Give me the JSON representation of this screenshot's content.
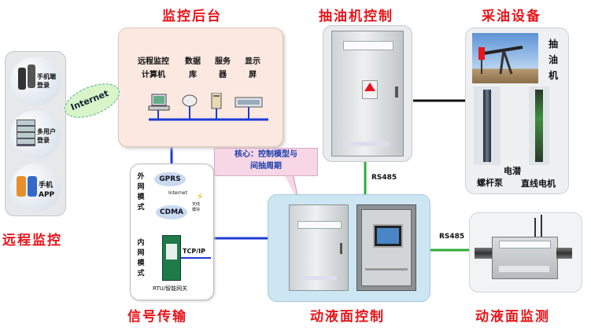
{
  "titles": {
    "monitor_backend": "监控后台",
    "pump_control": "抽油机控制",
    "oil_equipment": "采油设备",
    "remote_monitor": "远程监控",
    "signal_transmission": "信号传输",
    "fluid_level_control": "动液面控制",
    "fluid_level_monitor": "动液面监测"
  },
  "backend": {
    "items": [
      {
        "line1": "远程监控",
        "line2": "计算机"
      },
      {
        "line1": "数据",
        "line2": "库"
      },
      {
        "line1": "服务",
        "line2": "器"
      },
      {
        "line1": "显示",
        "line2": "屏"
      }
    ]
  },
  "remote": {
    "phone_login": {
      "line1": "手机端",
      "line2": "登录"
    },
    "multi_user_login": {
      "line1": "多用户",
      "line2": "登录"
    },
    "phone_app": {
      "line1": "手机",
      "line2": "APP"
    }
  },
  "internet_cloud": "Internet",
  "core_note": {
    "line1": "核心：控制模型与",
    "line2": "间抽周期"
  },
  "signal": {
    "external_net": [
      "外",
      "网",
      "模",
      "式"
    ],
    "internal_net": [
      "内",
      "网",
      "模",
      "式"
    ],
    "gprs": "GPRS",
    "cdma": "CDMA",
    "internet": "Internet",
    "wireless_module": {
      "line1": "无线",
      "line2": "模块"
    },
    "tcpip": "TCP/IP",
    "rtu": "RTU/智能网关"
  },
  "links": {
    "rs485_top": "RS485",
    "rs485_right": "RS485"
  },
  "equipment": {
    "pumping_unit": [
      "抽",
      "油",
      "机"
    ],
    "screw_pump": {
      "line1": "电潜",
      "line2": "螺杆泵"
    },
    "linear_motor": "直线电机"
  },
  "colors": {
    "title_red": "#e8141a",
    "link_blue": "#1f3bd6",
    "link_green": "#2dad3a",
    "panel_backend": "#fbe9e1",
    "panel_blue": "#cde6f3"
  }
}
